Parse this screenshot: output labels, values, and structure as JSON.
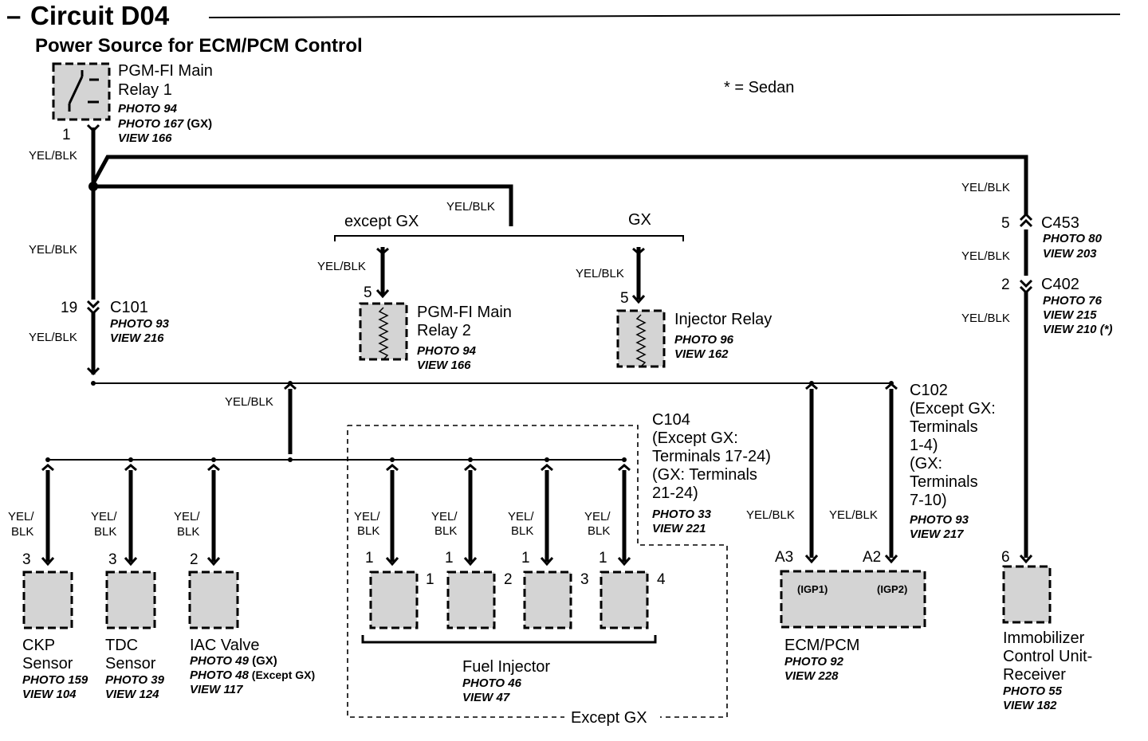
{
  "header": {
    "title": "Circuit D04",
    "subtitle": "Power Source for ECM/PCM Control",
    "legend": "* = Sedan"
  },
  "components": {
    "relay1": {
      "name1": "PGM-FI Main",
      "name2": "Relay 1",
      "ref1": "PHOTO 94",
      "ref2a": "PHOTO 167",
      "ref2b": " (GX)",
      "ref3": "VIEW 166",
      "pin": "1",
      "wire": "YEL/BLK"
    },
    "relay2": {
      "name1": "PGM-FI Main",
      "name2": "Relay 2",
      "ref1": "PHOTO 94",
      "ref2": "VIEW 166",
      "pin": "5",
      "wire": "YEL/BLK"
    },
    "injector_relay": {
      "name": "Injector Relay",
      "ref1": "PHOTO 96",
      "ref2": "VIEW 162",
      "pin": "5",
      "wire": "YEL/BLK"
    },
    "ckp": {
      "name1": "CKP",
      "name2": "Sensor",
      "ref1": "PHOTO 159",
      "ref2": "VIEW 104",
      "pin": "3",
      "wire1": "YEL/",
      "wire2": "BLK"
    },
    "tdc": {
      "name1": "TDC",
      "name2": "Sensor",
      "ref1": "PHOTO 39",
      "ref2": "VIEW 124",
      "pin": "3",
      "wire1": "YEL/",
      "wire2": "BLK"
    },
    "iac": {
      "name": "IAC Valve",
      "ref1a": "PHOTO 49",
      "ref1b": " (GX)",
      "ref2a": "PHOTO 48",
      "ref2b": " (Except GX)",
      "ref3": "VIEW 117",
      "pin": "2",
      "wire1": "YEL/",
      "wire2": "BLK"
    },
    "fuel_injector": {
      "name": "Fuel Injector",
      "ref1": "PHOTO 46",
      "ref2": "VIEW 47",
      "pin": "1",
      "wire1": "YEL/",
      "wire2": "BLK",
      "numbers": [
        "1",
        "2",
        "3",
        "4"
      ]
    },
    "ecm": {
      "name": "ECM/PCM",
      "ref1": "PHOTO 92",
      "ref2": "VIEW 228",
      "pin_a3": "A3",
      "pin_a2": "A2",
      "term1": "(IGP1)",
      "term2": "(IGP2)",
      "wire": "YEL/BLK"
    },
    "immobilizer": {
      "name1": "Immobilizer",
      "name2": "Control Unit-",
      "name3": "Receiver",
      "ref1": "PHOTO 55",
      "ref2": "VIEW 182",
      "pin": "6"
    }
  },
  "connectors": {
    "c101": {
      "name": "C101",
      "pin": "19",
      "ref1": "PHOTO 93",
      "ref2": "VIEW 216"
    },
    "c453": {
      "name": "C453",
      "pin": "5",
      "ref1": "PHOTO 80",
      "ref2": "VIEW 203"
    },
    "c402": {
      "name": "C402",
      "pin": "2",
      "ref1": "PHOTO 76",
      "ref2": "VIEW 215",
      "ref3": "VIEW 210 (*)"
    },
    "c102": {
      "name": "C102",
      "l1": "(Except GX:",
      "l2": "Terminals",
      "l3": "1-4)",
      "l4": "(GX:",
      "l5": "Terminals",
      "l6": "7-10)",
      "ref1": "PHOTO 93",
      "ref2": "VIEW 217"
    },
    "c104": {
      "name": "C104",
      "l1": "(Except GX:",
      "l2": "Terminals 17-24)",
      "l3": "(GX: Terminals",
      "l4": "21-24)",
      "ref1": "PHOTO 33",
      "ref2": "VIEW 221"
    }
  },
  "labels": {
    "wire": "YEL/BLK",
    "except_gx": "except GX",
    "gx": "GX",
    "except_gx_box": "Except GX"
  }
}
